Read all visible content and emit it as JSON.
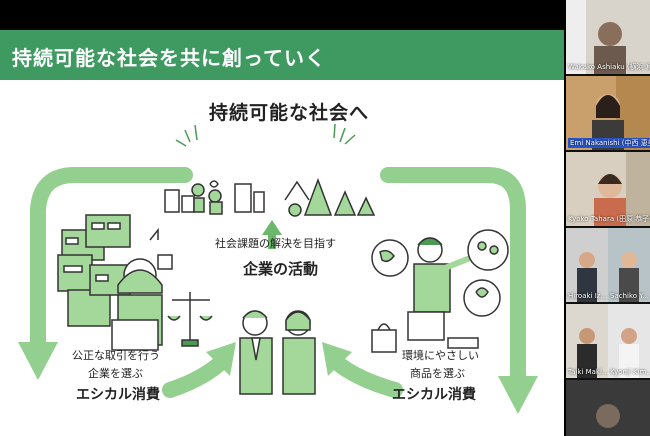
{
  "slide": {
    "header_title": "持続可能な社会を共に創っていく",
    "center_title": "持続可能な社会へ",
    "center_caption_top": "社会課題の解決を目指す",
    "center_caption_main": "企業の活動",
    "left_caption_line1": "公正な取引を行う",
    "left_caption_line2": "企業を選ぶ",
    "left_caption_main": "エシカル消費",
    "right_caption_line1": "環境にやさしい",
    "right_caption_line2": "商品を選ぶ",
    "right_caption_main": "エシカル消費",
    "colors": {
      "header": "#3f9a62",
      "accent_light": "#93cf8f",
      "accent_dark": "#4a9a55"
    }
  },
  "participants": [
    {
      "name": "Wakako Ashiaku (横浜 和佳"
    },
    {
      "name": "Emi Nakanishi (中西 恵美)"
    },
    {
      "name": "Kyoko Tahara (田原 恭子)"
    },
    {
      "name": "Hiroaki Iz..."
    },
    {
      "name": "Sachiko Y..."
    },
    {
      "name": "Taiki Maki..."
    },
    {
      "name": "Kyonji Kim..."
    }
  ]
}
